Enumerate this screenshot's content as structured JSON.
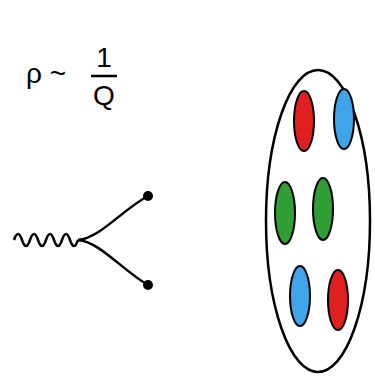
{
  "diagram": {
    "labels": [
      "ρ ~",
      "1",
      "Q"
    ]
  }
}
